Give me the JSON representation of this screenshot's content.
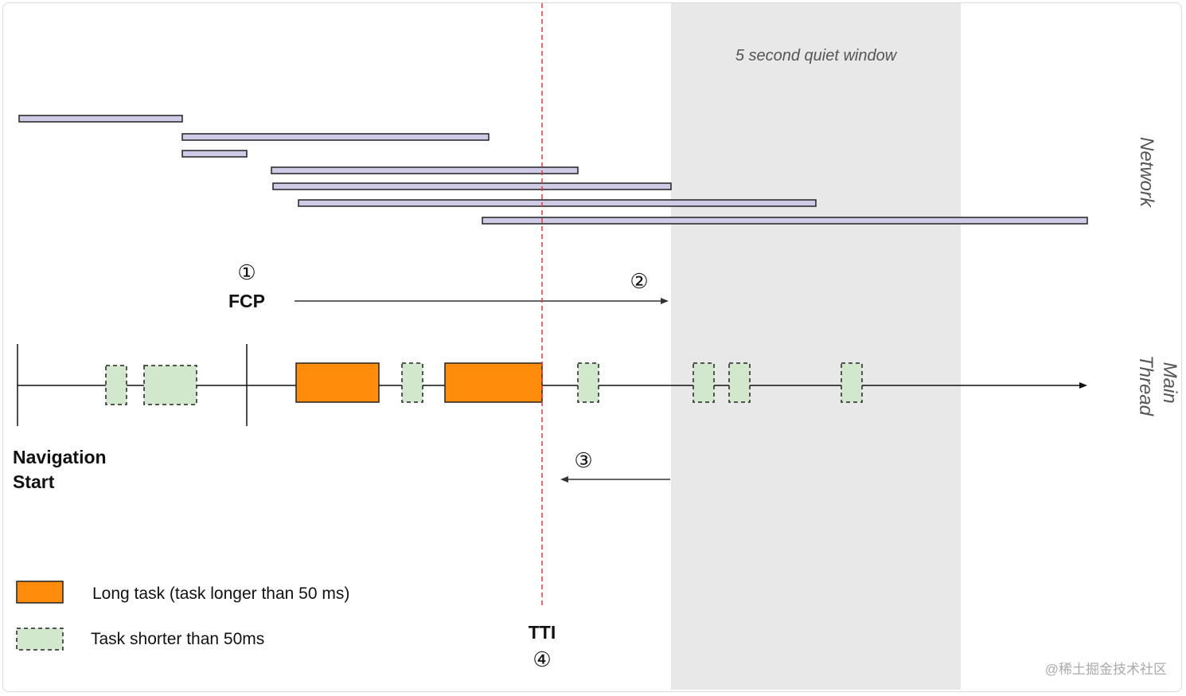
{
  "quiet_window": {
    "label": "5 second quiet window",
    "color": "#e8e8e8"
  },
  "lanes": {
    "network": "Network",
    "main_thread": "Main Thread"
  },
  "markers": {
    "nav_start": {
      "line1": "Navigation",
      "line2": "Start"
    },
    "fcp": {
      "label": "FCP",
      "step": "①"
    },
    "tti": {
      "label": "TTI",
      "step": "④"
    },
    "step2": "②",
    "step3": "③"
  },
  "legend": {
    "long_task": "Long task (task longer than 50 ms)",
    "short_task": "Task shorter than 50ms"
  },
  "watermark": "@稀土掘金技术社区",
  "colors": {
    "network_bar": "#cfcbe6",
    "long_task": "#ff8c0a",
    "short_task": "#d2e8cc",
    "tti_line": "#e53935",
    "ink": "#111111"
  }
}
